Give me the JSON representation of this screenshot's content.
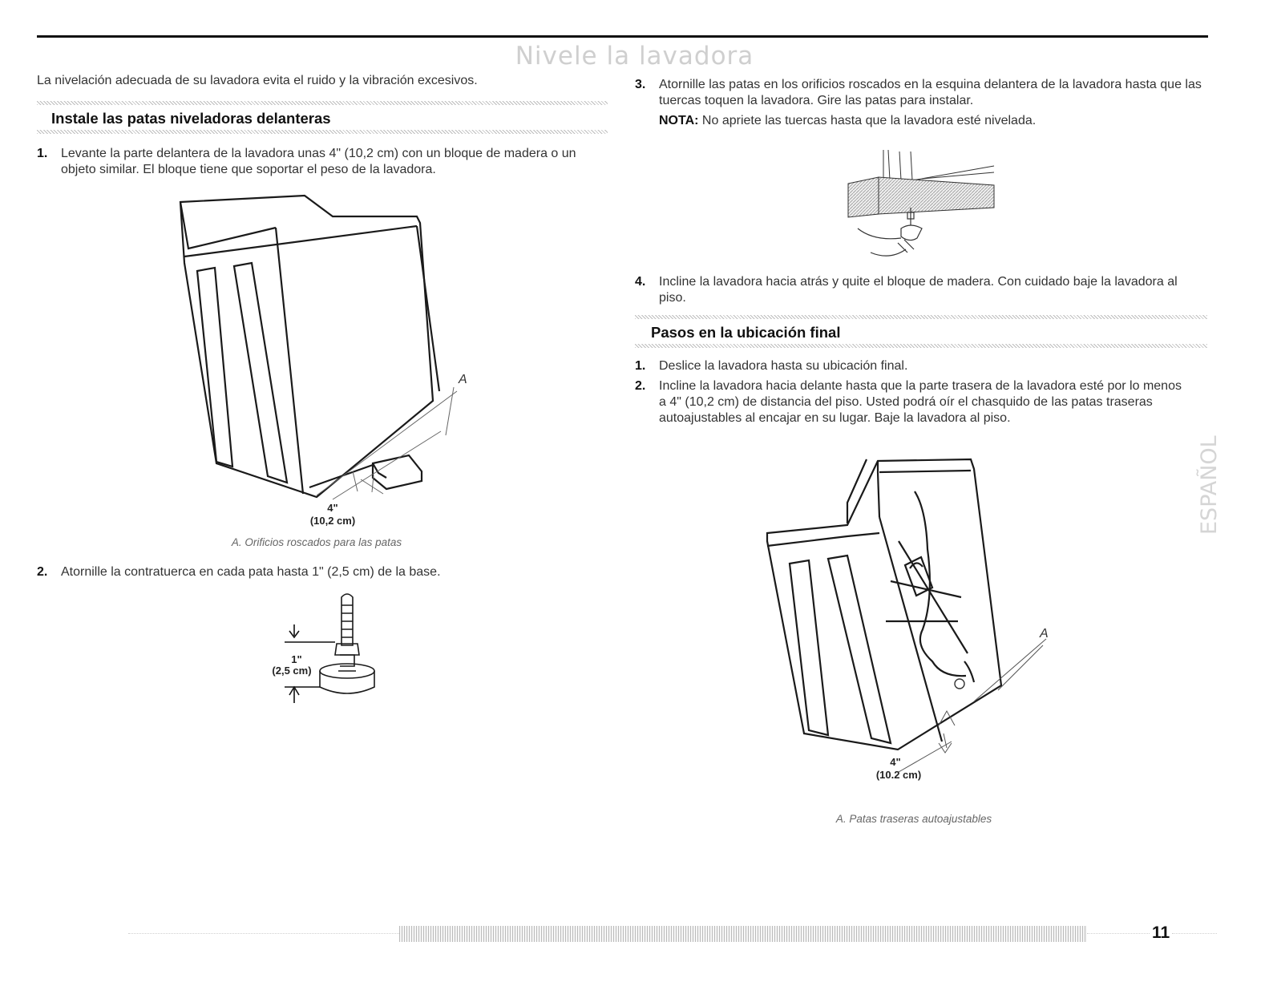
{
  "page": {
    "title": "Nivele la lavadora",
    "intro": "La nivelación adecuada de su lavadora evita el ruido y la vibración excesivos.",
    "side_label": "ESPAÑOL",
    "page_number": "11"
  },
  "section1": {
    "heading": "Instale las patas niveladoras delanteras",
    "steps": [
      {
        "num": "1.",
        "text": "Levante la parte delantera de la lavadora unas 4\" (10,2 cm) con un bloque de madera o un objeto similar. El bloque tiene que soportar el peso de la lavadora."
      },
      {
        "num": "2.",
        "text": "Atornille la contratuerca en cada pata hasta 1\" (2,5 cm) de la base."
      },
      {
        "num": "3.",
        "text": "Atornille las patas en los orificios roscados en la esquina delantera de la lavadora hasta que las tuercas toquen la lavadora. Gire las patas para instalar."
      },
      {
        "num": "4.",
        "text": "Incline la lavadora hacia atrás y quite el bloque de madera. Con cuidado baje la lavadora al piso."
      }
    ],
    "note_label": "NOTA:",
    "note_text": "No apriete las tuercas hasta que la lavadora esté nivelada.",
    "fig1": {
      "callout": "A",
      "dim_top": "4\"",
      "dim_bottom": "(10,2 cm)",
      "caption": "A. Orificios roscados para las patas"
    },
    "fig2": {
      "dim_top": "1\"",
      "dim_bottom": "(2,5 cm)"
    }
  },
  "section2": {
    "heading": "Pasos en la ubicación final",
    "steps": [
      {
        "num": "1.",
        "text": "Deslice la lavadora hasta su ubicación final."
      },
      {
        "num": "2.",
        "text": "Incline la lavadora hacia delante hasta que la parte trasera de la lavadora esté por lo menos a 4\" (10,2 cm) de distancia del piso. Usted podrá oír el chasquido de las patas traseras autoajustables al encajar en su lugar. Baje la lavadora al piso."
      }
    ],
    "fig4": {
      "callout": "A",
      "dim_top": "4\"",
      "dim_bottom": "(10.2 cm)",
      "caption": "A. Patas traseras autoajustables"
    }
  }
}
